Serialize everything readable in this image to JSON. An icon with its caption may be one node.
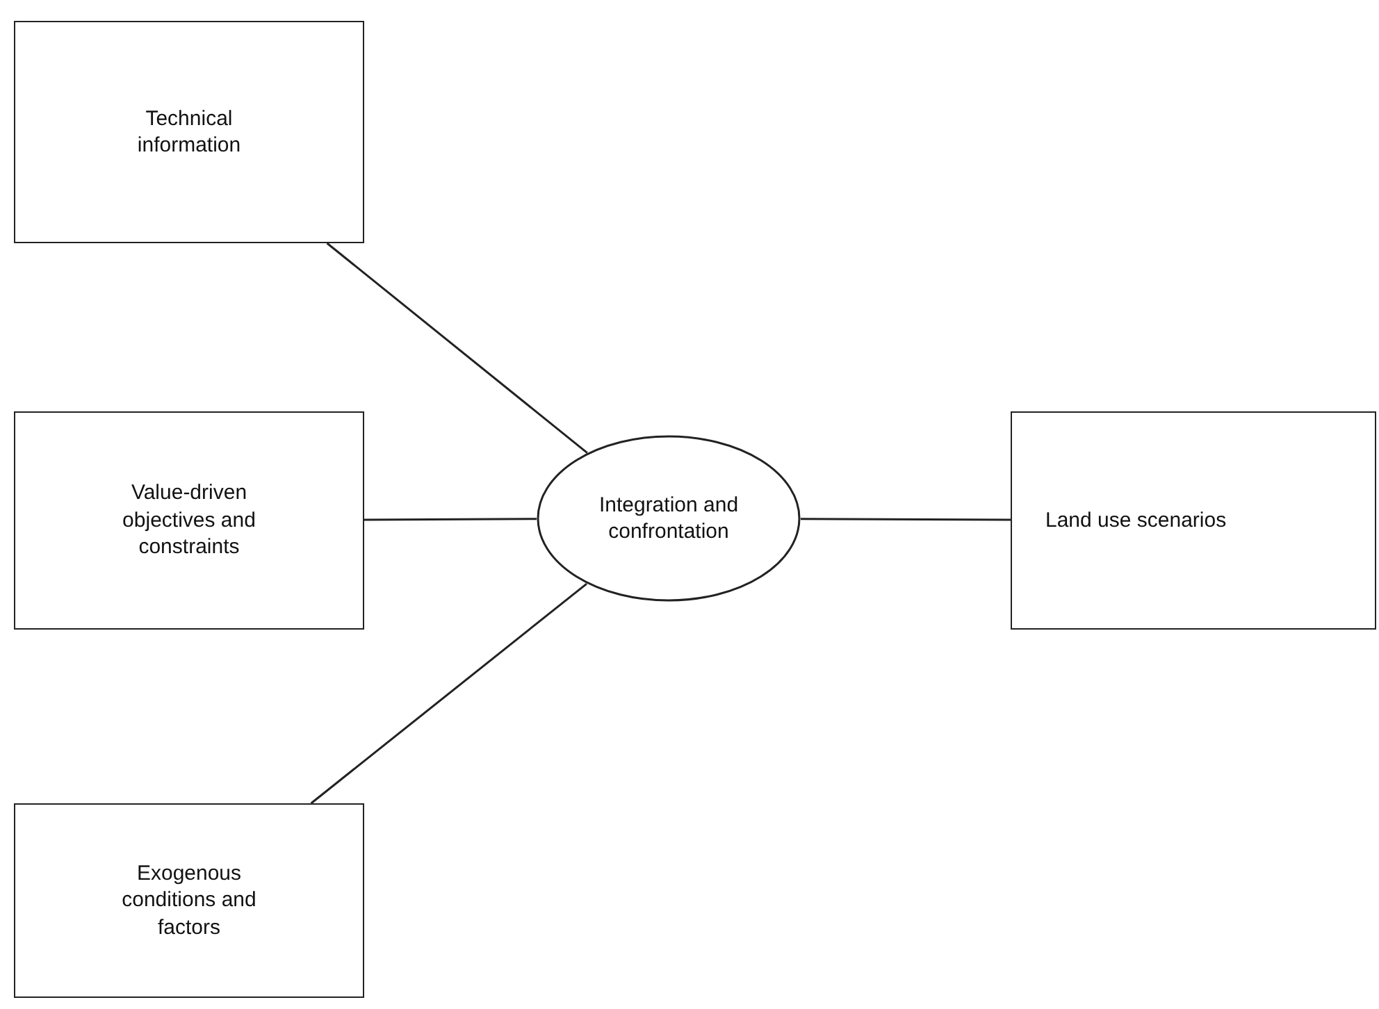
{
  "diagram": {
    "nodes": [
      {
        "text": [
          "Technical information"
        ]
      },
      {
        "text": [
          "Value-driven objectives and constraints"
        ]
      },
      {
        "text": [
          "Exogenous conditions and factors"
        ]
      },
      {
        "text": [
          "Integration and confrontation"
        ]
      },
      {
        "text": [
          "Land use scenarios"
        ]
      }
    ],
    "edges": [
      {
        "from": 0,
        "to": 3,
        "arrow": "none"
      },
      {
        "from": 1,
        "to": 3,
        "arrow": "none"
      },
      {
        "from": 2,
        "to": 3,
        "arrow": "none"
      },
      {
        "from": 3,
        "to": 4,
        "arrow": "none"
      }
    ]
  }
}
